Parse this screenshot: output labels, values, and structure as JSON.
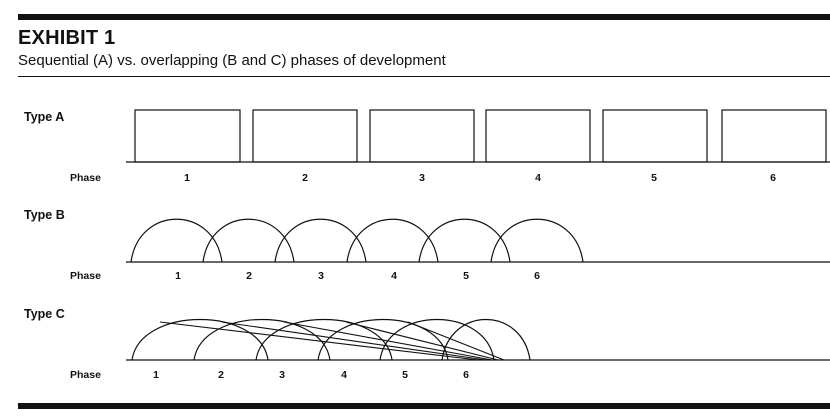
{
  "header": {
    "exhibit": "EXHIBIT 1",
    "subtitle": "Sequential (A) vs. overlapping (B and C) phases of development"
  },
  "types": [
    {
      "label": "Type A",
      "phase_label": "Phase",
      "phases": [
        "1",
        "2",
        "3",
        "4",
        "5",
        "6"
      ]
    },
    {
      "label": "Type B",
      "phase_label": "Phase",
      "phases": [
        "1",
        "2",
        "3",
        "4",
        "5",
        "6"
      ]
    },
    {
      "label": "Type C",
      "phase_label": "Phase",
      "phases": [
        "1",
        "2",
        "3",
        "4",
        "5",
        "6"
      ]
    }
  ],
  "colors": {
    "ink": "#111111",
    "background": "#ffffff"
  }
}
